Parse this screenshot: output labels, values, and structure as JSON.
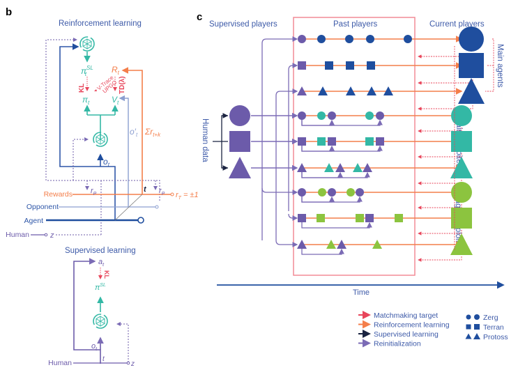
{
  "panel_b": {
    "letter": "b",
    "rl_title": "Reinforcement learning",
    "sl_title": "Supervised learning",
    "symbols": {
      "pi_sl": "π",
      "pi_sl_sup": "SL",
      "pi_sl_sub": "t",
      "pi": "π",
      "pi_sub": "t",
      "v": "V",
      "v_sub": "t",
      "r": "R",
      "r_sub": "t",
      "kl": "KL",
      "vtrace": "V-Trace",
      "upgo": "UPGO",
      "td": "TD(λ)",
      "o_prime": "o′",
      "o_prime_sub": "t",
      "sum_r": "Σr",
      "sum_r_sub": "t+k",
      "o": "o",
      "o_sub": "t",
      "rp": "r",
      "rp_sub": "P",
      "t": "t",
      "rT": "r",
      "rT_sub": "T",
      "rT_value": "= ±1",
      "z": "z",
      "a": "a",
      "a_sub": "t"
    },
    "timelines": {
      "rewards": "Rewards",
      "opponent": "Opponent",
      "agent": "Agent",
      "human": "Human"
    }
  },
  "panel_c": {
    "letter": "c",
    "columns": {
      "supervised": "Supervised players",
      "past": "Past players",
      "current": "Current players"
    },
    "human_data": "Human data",
    "groups": {
      "main_agents": "Main agents",
      "main_exploiters": "Main exploiters",
      "league_exploiters": "League exploiters"
    },
    "time_label": "Time",
    "colors": {
      "main_agent": "#1f4e9e",
      "main_exploiter": "#33b8a5",
      "league_exploiter": "#8cc43f",
      "supervised": "#6c5baa",
      "matchmaking": "#e8455a",
      "reinforcement": "#f47e4a",
      "supervised_learning": "#1a2340",
      "reinitialization": "#7b6bb5",
      "past_box": "#f28b96"
    },
    "rows": [
      {
        "group": "main_agents",
        "race": "zerg",
        "past": [
          "S",
          "A",
          "A",
          "A",
          "A"
        ]
      },
      {
        "group": "main_agents",
        "race": "terran",
        "past": [
          "S",
          "A",
          "A",
          "A"
        ]
      },
      {
        "group": "main_agents",
        "race": "protoss",
        "past": [
          "S",
          "A",
          "A",
          "A",
          "A"
        ]
      },
      {
        "group": "main_exploiters",
        "race": "zerg",
        "past": [
          "S",
          "E",
          "S",
          "E",
          "S"
        ]
      },
      {
        "group": "main_exploiters",
        "race": "terran",
        "past": [
          "S",
          "E",
          "S",
          "E",
          "S"
        ]
      },
      {
        "group": "main_exploiters",
        "race": "protoss",
        "past": [
          "S",
          "E",
          "S",
          "E",
          "S"
        ]
      },
      {
        "group": "league_exploiters",
        "race": "zerg",
        "past": [
          "S",
          "L",
          "S",
          "L",
          "S"
        ]
      },
      {
        "group": "league_exploiters",
        "race": "terran",
        "past": [
          "S",
          "L",
          "L",
          "S",
          "L"
        ]
      },
      {
        "group": "league_exploiters",
        "race": "protoss",
        "past": [
          "S",
          "L",
          "S",
          "L"
        ]
      }
    ],
    "legend": {
      "arrows": [
        {
          "label": "Matchmaking target",
          "color": "#e8455a"
        },
        {
          "label": "Reinforcement learning",
          "color": "#f47e4a"
        },
        {
          "label": "Supervised learning",
          "color": "#1a2340"
        },
        {
          "label": "Reinitialization",
          "color": "#7b6bb5"
        }
      ],
      "races": [
        {
          "label": "Zerg",
          "shape": "circle"
        },
        {
          "label": "Terran",
          "shape": "square"
        },
        {
          "label": "Protoss",
          "shape": "triangle"
        }
      ]
    }
  }
}
